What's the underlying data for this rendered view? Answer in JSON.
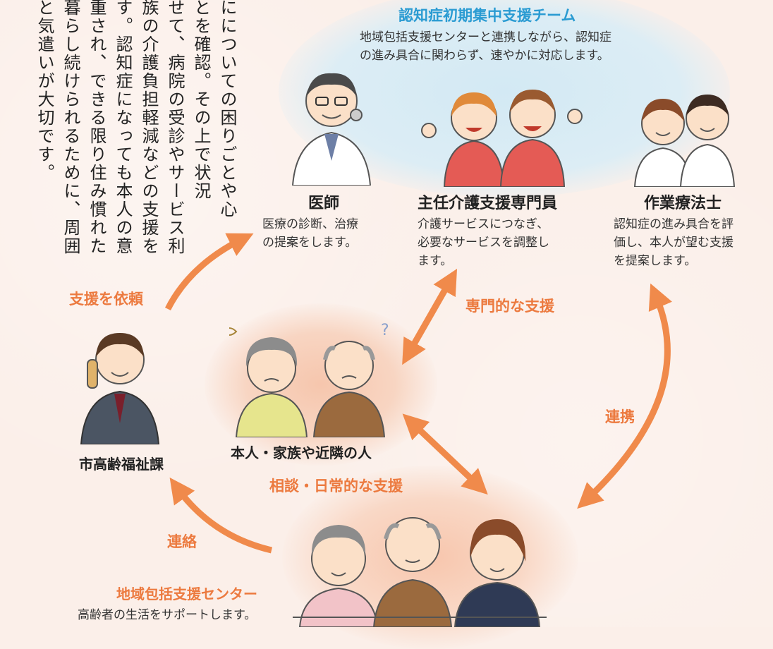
{
  "intro_text": "にについての困りごとや心\nとを確認。その上で状況\nせて、病院の受診やサービス利\n族の介護負担軽減などの支援を\nす。認知症になっても本人の意\n重され、できる限り住み慣れた\n暮らし続けられるために、周囲\nと気遣いが大切です。",
  "team": {
    "title": "認知症初期集中支援チーム",
    "description": "地域包括支援センターと連携しながら、認知症\nの進み具合に関わらず、速やかに対応します。"
  },
  "roles": [
    {
      "title": "医師",
      "description": "医療の診断、治療\nの提案をします。"
    },
    {
      "title": "主任介護支援専門員",
      "description": "介護サービスにつなぎ、\n必要なサービスを調整し\nます。"
    },
    {
      "title": "作業療法士",
      "description": "認知症の進み具合を評\n価し、本人が望む支援\nを提案します。"
    }
  ],
  "nodes": {
    "welfare_division": "市高齢福祉課",
    "person_family": "本人・家族や近隣の人",
    "center_title": "地域包括支援センター",
    "center_desc": "高齢者の生活をサポートします。"
  },
  "edges": {
    "request_support": "支援を依頼",
    "specialist_support": "専門的な支援",
    "cooperation": "連携",
    "consultation": "相談・日常的な支援",
    "contact": "連絡"
  },
  "colors": {
    "arrow": "#f08a4b",
    "team_title": "#2a9bd2",
    "label_orange": "#ec7a3f"
  }
}
